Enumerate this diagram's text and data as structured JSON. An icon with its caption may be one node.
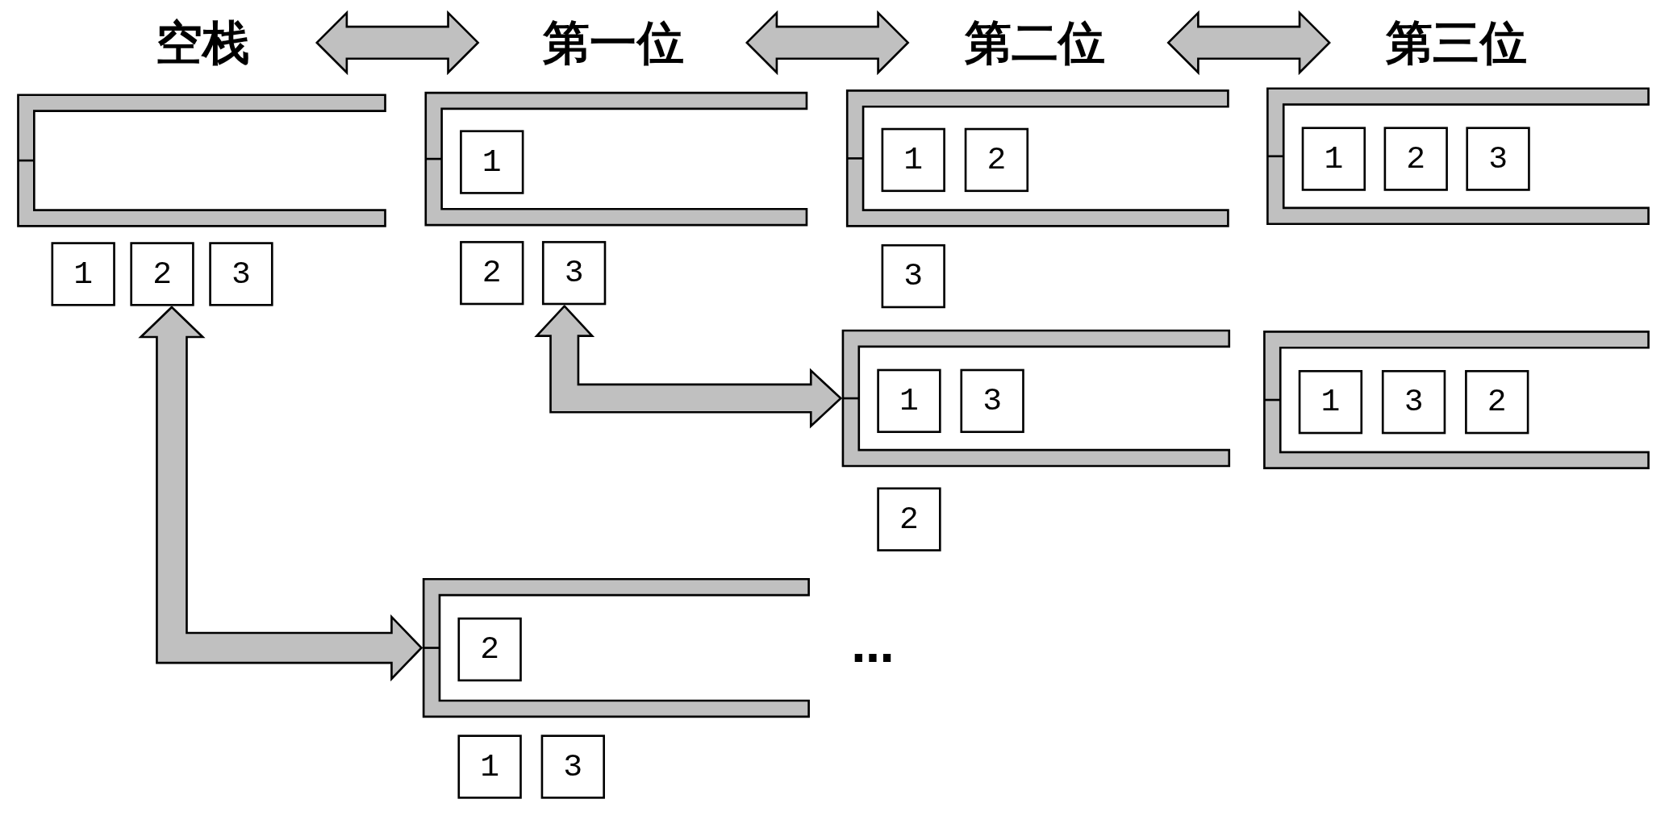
{
  "diagram": {
    "nodes": [
      {
        "text": [
          "空栈"
        ]
      },
      {
        "text": [
          "第一位"
        ]
      },
      {
        "text": [
          "第二位"
        ]
      },
      {
        "text": [
          "第三位"
        ]
      },
      {
        "text": [],
        "shape": "box"
      },
      {
        "text": [],
        "shape": "box"
      },
      {
        "text": [
          "1"
        ],
        "in": 5
      },
      {
        "text": [],
        "shape": "box"
      },
      {
        "text": [
          "1"
        ],
        "in": 7
      },
      {
        "text": [
          "2"
        ],
        "in": 7
      },
      {
        "text": [],
        "shape": "box"
      },
      {
        "text": [
          "1"
        ],
        "in": 10
      },
      {
        "text": [
          "2"
        ],
        "in": 10
      },
      {
        "text": [
          "3"
        ],
        "in": 10
      },
      {
        "text": [
          "1"
        ]
      },
      {
        "text": [
          "2"
        ]
      },
      {
        "text": [
          "3"
        ]
      },
      {
        "text": [
          "2"
        ]
      },
      {
        "text": [
          "3"
        ]
      },
      {
        "text": [
          "3"
        ]
      },
      {
        "text": [],
        "shape": "box"
      },
      {
        "text": [
          "1"
        ],
        "in": 20
      },
      {
        "text": [
          "3"
        ],
        "in": 20
      },
      {
        "text": [],
        "shape": "box"
      },
      {
        "text": [
          "1"
        ],
        "in": 23
      },
      {
        "text": [
          "3"
        ],
        "in": 23
      },
      {
        "text": [
          "2"
        ],
        "in": 23
      },
      {
        "text": [
          "2"
        ]
      },
      {
        "text": [],
        "shape": "box"
      },
      {
        "text": [
          "2"
        ],
        "in": 28
      },
      {
        "text": [
          "1"
        ]
      },
      {
        "text": [
          "3"
        ]
      }
    ],
    "edges": [
      {
        "from": 0,
        "to": 1,
        "arrow": "both"
      },
      {
        "from": 1,
        "to": 2,
        "arrow": "both"
      },
      {
        "from": 2,
        "to": 3,
        "arrow": "both"
      },
      {
        "from": 15,
        "to": 28,
        "arrow": "both"
      },
      {
        "from": 18,
        "to": 20,
        "arrow": "both"
      }
    ],
    "labels": [
      "…"
    ]
  }
}
